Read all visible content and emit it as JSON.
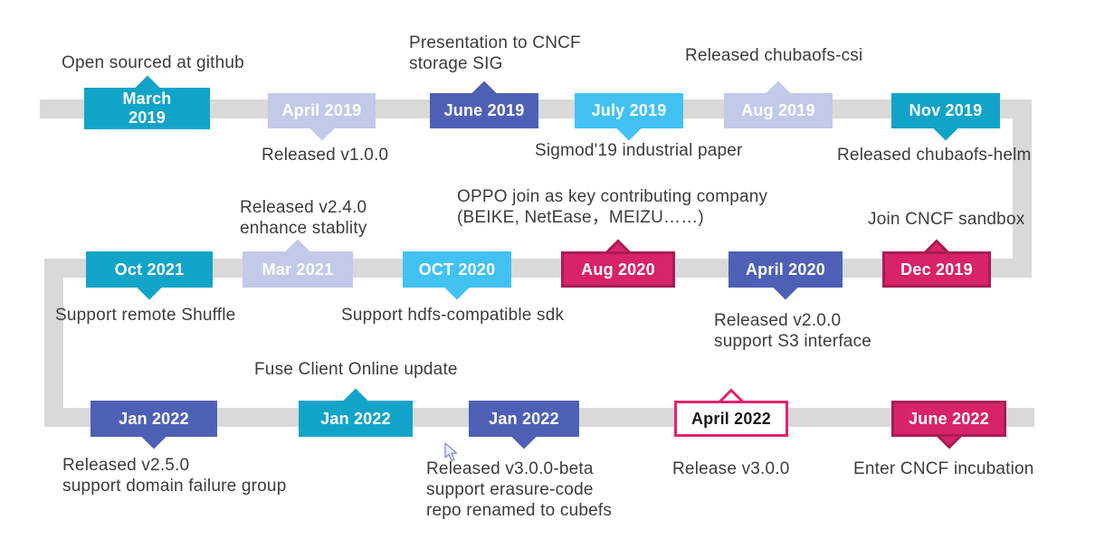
{
  "palette": {
    "teal": "#12a4c8",
    "lavender": "#c3c9e8",
    "indigo": "#4e60b5",
    "cyan": "#41c2f2",
    "magenta": "#d72368",
    "magenta_border": "#a81c53",
    "outline_pink": "#e3226f",
    "track_grey": "#d9d9d9",
    "note_text": "#3c3c3c"
  },
  "events": [
    {
      "date": "March\n2019",
      "note": "Open sourced at github"
    },
    {
      "date": "April 2019",
      "note": "Released v1.0.0"
    },
    {
      "date": "June 2019",
      "note": "Presentation to CNCF\nstorage SIG"
    },
    {
      "date": "July 2019",
      "note": "Sigmod'19 industrial paper"
    },
    {
      "date": "Aug 2019",
      "note": "Released chubaofs-csi"
    },
    {
      "date": "Nov 2019",
      "note": "Released chubaofs-helm"
    },
    {
      "date": "Oct 2021",
      "note": "Support remote Shuffle"
    },
    {
      "date": "Mar 2021",
      "note": "Released v2.4.0\nenhance stablity"
    },
    {
      "date": "OCT 2020",
      "note": "Support hdfs-compatible sdk"
    },
    {
      "date": "Aug 2020",
      "note": "OPPO join as key contributing company\n(BEIKE, NetEase，MEIZU……)"
    },
    {
      "date": "April 2020",
      "note": "Released v2.0.0\nsupport S3 interface"
    },
    {
      "date": "Dec 2019",
      "note": "Join CNCF sandbox"
    },
    {
      "date": "Jan 2022",
      "note": "Released v2.5.0\nsupport domain failure group"
    },
    {
      "date": "Jan 2022",
      "note": "Fuse Client Online update"
    },
    {
      "date": "Jan 2022",
      "note": "Released v3.0.0-beta\nsupport erasure-code\nrepo renamed to cubefs"
    },
    {
      "date": "April 2022",
      "note": "Release v3.0.0"
    },
    {
      "date": "June 2022",
      "note": "Enter CNCF incubation"
    }
  ]
}
